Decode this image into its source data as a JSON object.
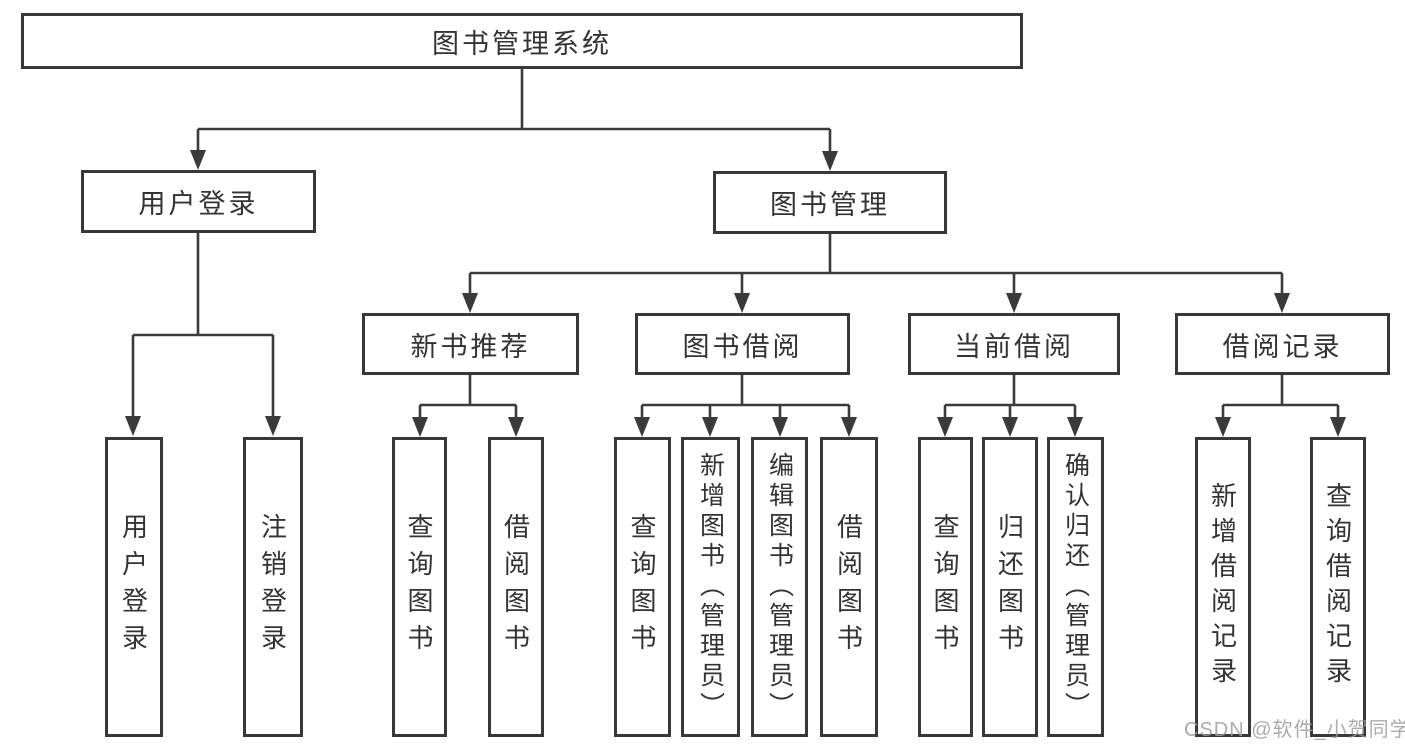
{
  "diagram_title": "图书管理系统",
  "tree": {
    "root": {
      "label": "图书管理系统"
    },
    "branches": [
      {
        "label": "用户登录",
        "children": [
          {
            "label": "用户登录"
          },
          {
            "label": "注销登录"
          }
        ]
      },
      {
        "label": "图书管理",
        "children": [
          {
            "label": "新书推荐",
            "children": [
              {
                "label": "查询图书"
              },
              {
                "label": "借阅图书"
              }
            ]
          },
          {
            "label": "图书借阅",
            "children": [
              {
                "label": "查询图书"
              },
              {
                "label": "新增图书（管理员）"
              },
              {
                "label": "编辑图书（管理员）"
              },
              {
                "label": "借阅图书"
              }
            ]
          },
          {
            "label": "当前借阅",
            "children": [
              {
                "label": "查询图书"
              },
              {
                "label": "归还图书"
              },
              {
                "label": "确认归还（管理员）"
              }
            ]
          },
          {
            "label": "借阅记录",
            "children": [
              {
                "label": "新增借阅记录"
              },
              {
                "label": "查询借阅记录"
              }
            ]
          }
        ]
      }
    ]
  },
  "colors": {
    "box_border": "#383838",
    "connector": "#3a3a3a",
    "text": "#333333",
    "watermark": "#9d9d9d",
    "background": "#ffffff"
  },
  "watermark": {
    "text": "CSDN @软件_小贺同学"
  }
}
